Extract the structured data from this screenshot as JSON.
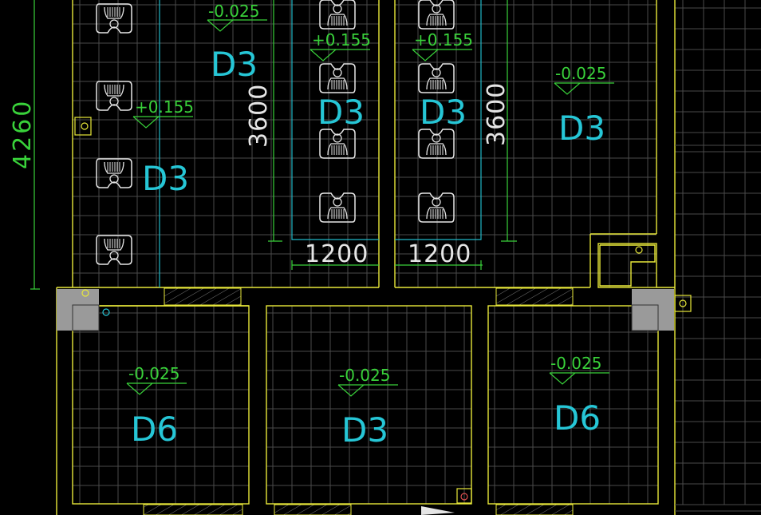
{
  "colors": {
    "background": "#000000",
    "wall": "#e8e83a",
    "grid": "#4a4a4a",
    "dimension": "#39d13a",
    "label": "#26c6d6",
    "fixture": "#e6e6e6",
    "column_fill": "#9a9a9a",
    "cyan_line": "#20b8c8"
  },
  "dimensions": {
    "left_height": "4260",
    "stall_depth_a": "3600",
    "stall_depth_b": "3600",
    "stall_width_a": "1200",
    "stall_width_b": "1200"
  },
  "rooms": [
    {
      "id": "room-left-toilet",
      "code": "D3",
      "elevation": "+0.155"
    },
    {
      "id": "room-top-left",
      "code": "D3",
      "elevation": "-0.025"
    },
    {
      "id": "room-stall-a",
      "code": "D3",
      "elevation": "+0.155"
    },
    {
      "id": "room-stall-b",
      "code": "D3",
      "elevation": "+0.155"
    },
    {
      "id": "room-right-top",
      "code": "D3",
      "elevation": "-0.025"
    },
    {
      "id": "room-bottom-left",
      "code": "D6",
      "elevation": "-0.025"
    },
    {
      "id": "room-bottom-middle",
      "code": "D3",
      "elevation": "-0.025"
    },
    {
      "id": "room-bottom-right",
      "code": "D6",
      "elevation": "-0.025"
    }
  ],
  "icons": {
    "toilet": "squat-toilet-icon",
    "drain": "floor-drain-icon",
    "elevation": "elevation-marker-icon"
  }
}
